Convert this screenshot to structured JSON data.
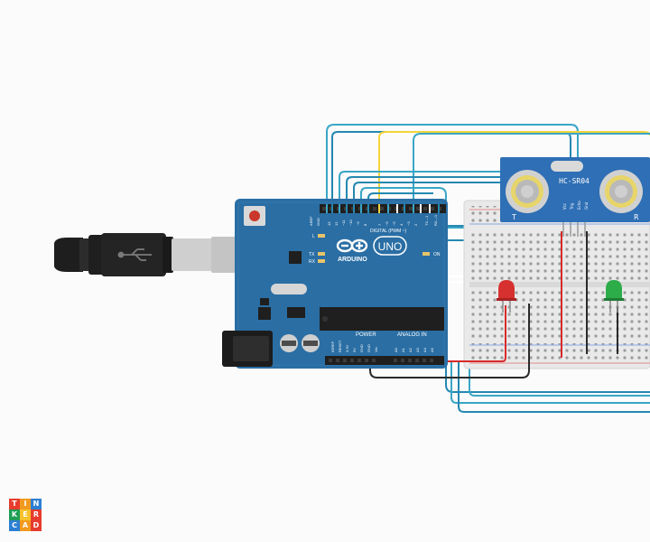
{
  "arduino": {
    "brand": "ARDUINO",
    "model": "UNO",
    "on_label": "ON",
    "label_l": "L",
    "label_tx": "TX",
    "label_rx": "RX",
    "aref": "AREF",
    "gnd": "GND",
    "digital_label": "DIGITAL (PWM ~)",
    "digital_pins": [
      "13",
      "12",
      "~11",
      "~10",
      "~9",
      "8",
      "7",
      "~6",
      "~5",
      "4",
      "~3",
      "2",
      "TX→1",
      "RX←0"
    ],
    "power_label": "POWER",
    "analog_label": "ANALOG IN",
    "power_pins": [
      "IOREF",
      "RESET",
      "3.3V",
      "5V",
      "GND",
      "GND",
      "Vin"
    ],
    "analog_pins": [
      "A0",
      "A1",
      "A2",
      "A3",
      "A4",
      "A5"
    ]
  },
  "sensor": {
    "model": "HC-SR04",
    "label_t": "T",
    "label_r": "R",
    "pins": [
      "Vcc",
      "Trig",
      "Echo",
      "Gnd"
    ]
  },
  "logo": {
    "letters": [
      "T",
      "I",
      "N",
      "K",
      "E",
      "R",
      "C",
      "A",
      "D"
    ],
    "colors": [
      "#e63b2e",
      "#f29a1f",
      "#2c7fd3",
      "#1f9e56",
      "#f5c22a",
      "#e63b2e",
      "#2c7fd3",
      "#f29a1f",
      "#e63b2e"
    ]
  },
  "colors": {
    "board": "#2a6ea4",
    "wire_cyan": "#3aa6c6",
    "wire_teal": "#2588b1",
    "wire_yellow": "#f3d43a",
    "wire_red": "#d82a2a",
    "wire_black": "#2a2a2a",
    "led_red": "#d6312f",
    "led_green": "#2dac4a",
    "sensor_board": "#2f6fb5"
  }
}
